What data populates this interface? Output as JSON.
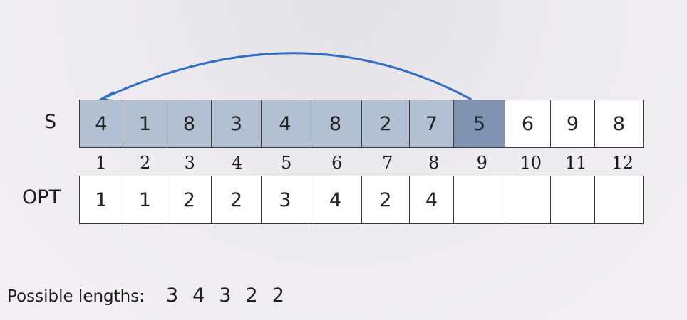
{
  "s_label": "S",
  "opt_label": "OPT",
  "s_values": [
    "4",
    "1",
    "8",
    "3",
    "4",
    "8",
    "2",
    "7",
    "5",
    "6",
    "9",
    "8"
  ],
  "s_states": [
    "done",
    "done",
    "done",
    "done",
    "done",
    "done",
    "done",
    "done",
    "active",
    "open",
    "open",
    "open"
  ],
  "indices": [
    "1",
    "2",
    "3",
    "4",
    "5",
    "6",
    "7",
    "8",
    "9",
    "10",
    "11",
    "12"
  ],
  "opt_values": [
    "1",
    "1",
    "2",
    "2",
    "3",
    "4",
    "2",
    "4",
    "",
    "",
    "",
    ""
  ],
  "possible_lengths_label": "Possible lengths:",
  "possible_lengths": [
    "3",
    "4",
    "3",
    "2",
    "2"
  ],
  "arc": {
    "from_index": 9,
    "to_index": 1,
    "color": "#2f6fc8"
  }
}
